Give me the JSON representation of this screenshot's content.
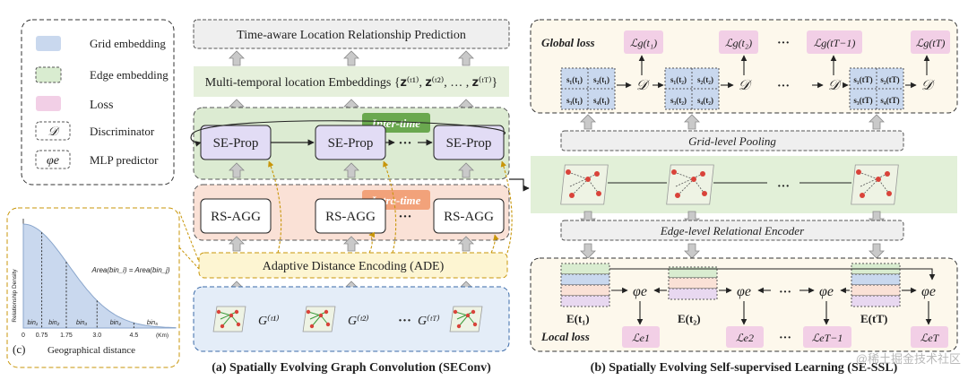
{
  "legend": {
    "grid_embedding": "Grid embedding",
    "edge_embedding": "Edge embedding",
    "loss": "Loss",
    "discriminator_symbol": "𝒟",
    "discriminator": "Discriminator",
    "mlp_symbol": "φe",
    "mlp_predictor": "MLP predictor",
    "colors": {
      "grid": "#c9d8ee",
      "edge": "#d9ecd0",
      "loss": "#f2cfe6"
    }
  },
  "panel_c": {
    "letter": "(c)",
    "ylabel": "Relationship Density",
    "xlabel": "Geographical distance",
    "km": "(Km)",
    "equation": "Area(bin_i) = Area(bin_j)",
    "ticks": [
      "0",
      "0.75",
      "1.75",
      "3.0",
      "4.5"
    ],
    "bins": [
      "bin₁",
      "bin₂",
      "bin₃",
      "bin₄",
      "bin₅"
    ],
    "bin_edges": [
      0,
      0.75,
      1.75,
      3.0,
      4.5
    ],
    "x_max": 6.2
  },
  "seconv": {
    "top_box": "Time-aware Location Relationship Prediction",
    "embeddings": "Multi-temporal location Embeddings {𝐳⁽ᵗ¹⁾, 𝐳⁽ᵗ²⁾, … , 𝐳⁽ᵗᵀ⁾}",
    "se_prop": "SE-Prop",
    "rs_agg": "RS-AGG",
    "inter_time": "Inter-time",
    "intra_time": "Intra-time",
    "ellipsis": "···",
    "ade": "Adaptive Distance Encoding (ADE)",
    "graphs": [
      "G⁽ᵗ¹⁾",
      "G⁽ᵗ²⁾",
      "G⁽ᵗᵀ⁾"
    ],
    "caption": "(a) Spatially Evolving Graph Convolution (SEConv)"
  },
  "sessl": {
    "global_loss": "Global loss",
    "local_loss": "Local loss",
    "global_losses": [
      "ℒg(t₁)",
      "ℒg(t₂)",
      "ℒg(tT−1)",
      "ℒg(tT)"
    ],
    "discriminator": "𝒟",
    "grid_cells": [
      [
        "s₁(t₁)",
        "s₂(t₁)",
        "s₃(t₁)",
        "s₄(t₁)"
      ],
      [
        "s₁(t₂)",
        "s₂(t₂)",
        "s₃(t₂)",
        "s₄(t₂)"
      ],
      [
        "s₁(tT)",
        "s₂(tT)",
        "s₃(tT)",
        "s₄(tT)"
      ]
    ],
    "grid_pooling": "Grid-level Pooling",
    "edge_encoder": "Edge-level Relational Encoder",
    "edge_embs": [
      "E(t₁)",
      "E(t₂)",
      "E(tT)"
    ],
    "phi": "φe",
    "local_losses": [
      "ℒe1",
      "ℒe2",
      "ℒeT−1",
      "ℒeT"
    ],
    "ellipsis": "···",
    "caption": "(b) Spatially Evolving Self-supervised Learning (SE-SSL)"
  },
  "watermark": "@稀土掘金技术社区"
}
